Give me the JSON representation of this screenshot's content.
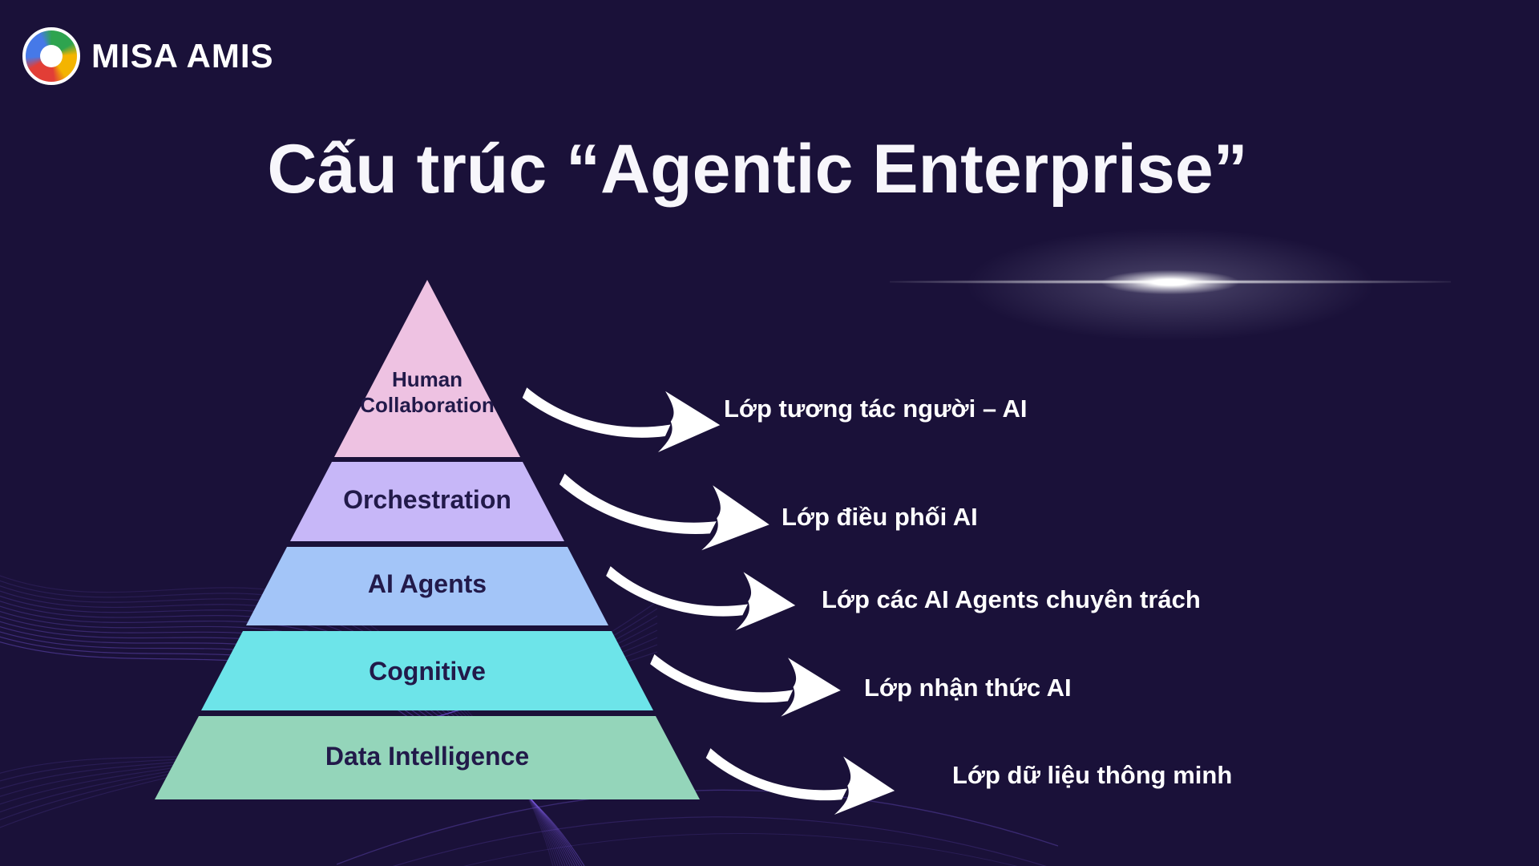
{
  "slide": {
    "background_color": "#1a1139",
    "brand": {
      "name": "MISA AMIS",
      "icon": "misa-shutter-logo"
    },
    "title": "Cấu trúc “Agentic Enterprise”"
  },
  "pyramid": {
    "label_text_color": "#221a4a",
    "layers": [
      {
        "label": "Human Collaboration",
        "color": "#eec2e2",
        "annotation": "Lớp tương tác người – AI"
      },
      {
        "label": "Orchestration",
        "color": "#c7b7f8",
        "annotation": "Lớp điều phối AI"
      },
      {
        "label": "AI Agents",
        "color": "#a3c5f8",
        "annotation": "Lớp các AI Agents chuyên trách"
      },
      {
        "label": "Cognitive",
        "color": "#6de4e9",
        "annotation": "Lớp nhận thức AI"
      },
      {
        "label": "Data Intelligence",
        "color": "#94d5ba",
        "annotation": "Lớp dữ liệu thông minh"
      }
    ]
  },
  "decor": {
    "arrow_icon": "curved-swoosh-arrow",
    "flare_icon": "lens-flare",
    "waves_icon": "wavy-line-mesh",
    "accent_line_color": "#7d5ce6"
  }
}
